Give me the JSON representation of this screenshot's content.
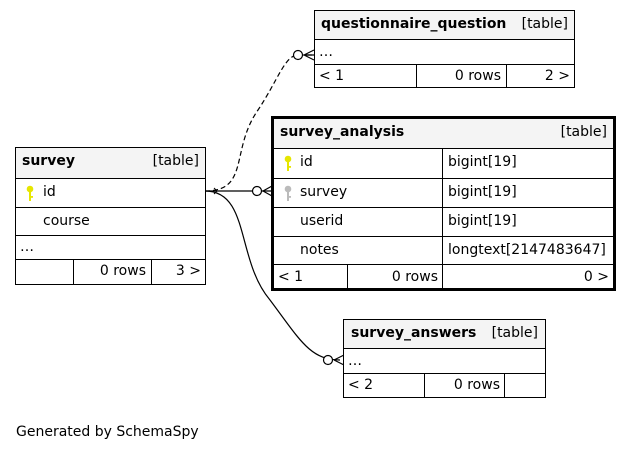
{
  "footer": "Generated by SchemaSpy",
  "colors": {
    "primary_key": "#e6e600",
    "foreign_key": "#bbbbbb",
    "header_bg": "#f4f4f4"
  },
  "tables": {
    "questionnaire_question": {
      "name": "questionnaire_question",
      "kind": "[table]",
      "ellipsis": "…",
      "footer": {
        "parents": "< 1",
        "rows": "0 rows",
        "children": "2 >"
      }
    },
    "survey_analysis": {
      "name": "survey_analysis",
      "kind": "[table]",
      "columns": [
        {
          "name": "id",
          "type": "bigint[19]",
          "key": "primary-key"
        },
        {
          "name": "survey",
          "type": "bigint[19]",
          "key": "foreign-key"
        },
        {
          "name": "userid",
          "type": "bigint[19]",
          "key": ""
        },
        {
          "name": "notes",
          "type": "longtext[2147483647]",
          "key": ""
        }
      ],
      "footer": {
        "parents": "< 1",
        "rows": "0 rows",
        "children": "0 >"
      }
    },
    "survey": {
      "name": "survey",
      "kind": "[table]",
      "columns": [
        {
          "name": "id",
          "key": "primary-key"
        },
        {
          "name": "course",
          "key": ""
        }
      ],
      "ellipsis": "…",
      "footer": {
        "parents": "",
        "rows": "0 rows",
        "children": "3 >"
      }
    },
    "survey_answers": {
      "name": "survey_answers",
      "kind": "[table]",
      "ellipsis": "…",
      "footer": {
        "parents": "< 2",
        "rows": "0 rows",
        "children": ""
      }
    }
  }
}
